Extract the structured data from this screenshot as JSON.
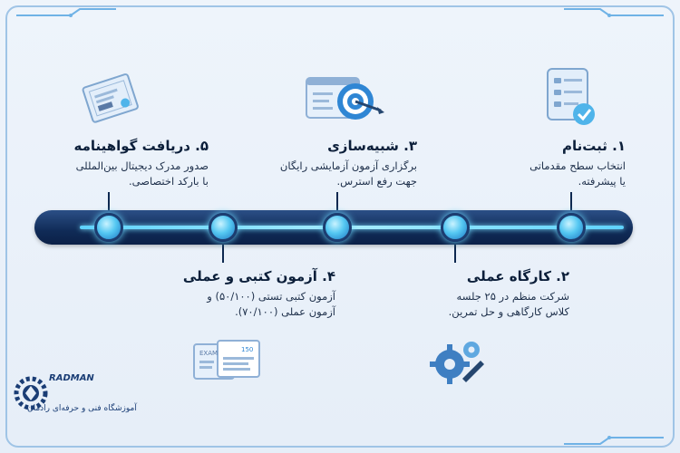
{
  "steps": [
    {
      "title": "۱. ثبت‌نام",
      "lines": [
        "انتخاب سطح مقدماتی",
        "یا پیشرفته."
      ]
    },
    {
      "title": "۲. کارگاه عملی",
      "lines": [
        "شرکت منظم در ۲۵ جلسه",
        "کلاس کارگاهی و حل تمرین."
      ]
    },
    {
      "title": "۳. شبیه‌سازی",
      "lines": [
        "برگزاری آزمون آزمایشی رایگان",
        "جهت رفع استرس."
      ]
    },
    {
      "title": "۴. آزمون کتبی و عملی",
      "lines": [
        "آزمون کتبی تستی (۵۰/۱۰۰) و",
        "آزمون عملی (۷۰/۱۰۰)."
      ]
    },
    {
      "title": "۵. دریافت گواهینامه",
      "lines": [
        "صدور مدرک دیجیتال بین‌المللی",
        "با بارکد اختصاصی."
      ]
    }
  ],
  "illustrations": {
    "exam_label": "EXAM",
    "exam_score": "150"
  },
  "logo": {
    "brand": "RADMAN",
    "tagline": "آموزشگاه فنی و حرفه‌ای رادمان"
  },
  "colors": {
    "accent": "#55c8f2",
    "timeline": "#102b57",
    "title": "#0c1f3a"
  }
}
